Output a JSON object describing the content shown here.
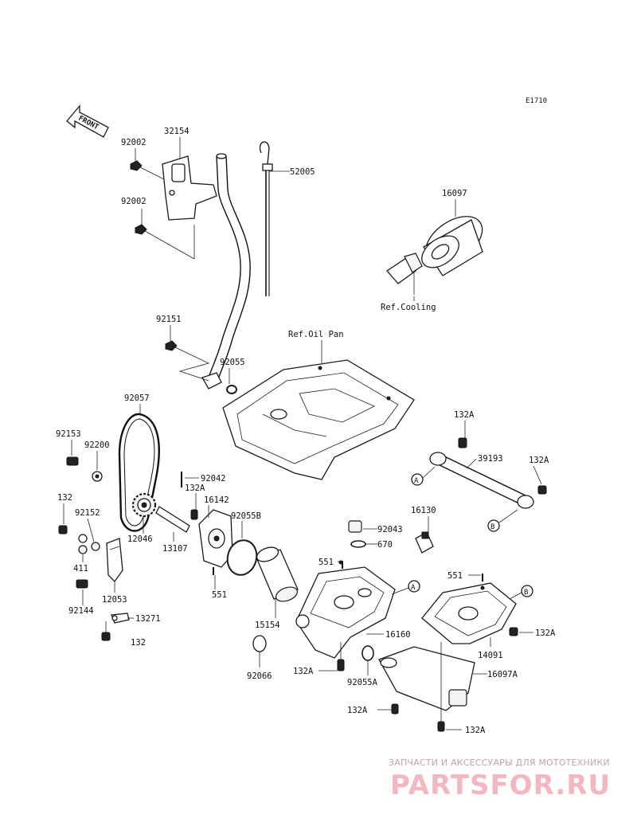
{
  "diagram_code": "E1710",
  "front_label": "FRONT",
  "labels": {
    "p92002a": "92002",
    "p32154": "32154",
    "p52005": "52005",
    "p92002b": "92002",
    "p16097": "16097",
    "refCooling": "Ref.Cooling",
    "p92151": "92151",
    "refOilPan": "Ref.Oil Pan",
    "p92055": "92055",
    "p92057": "92057",
    "p92153": "92153",
    "p92200": "92200",
    "p132A_1": "132A",
    "p39193": "39193",
    "p132A_2": "132A",
    "p92042": "92042",
    "p132A_3": "132A",
    "p16142": "16142",
    "p92055B": "92055B",
    "p132": "132",
    "p92152": "92152",
    "p12046": "12046",
    "p13107": "13107",
    "p16130": "16130",
    "p92043": "92043",
    "p670": "670",
    "p411": "411",
    "p551a": "551",
    "p551b": "551",
    "p551c": "551",
    "p12053": "12053",
    "p92144": "92144",
    "p13271": "13271",
    "p132b": "132",
    "p15154": "15154",
    "p16160": "16160",
    "p14091": "14091",
    "p132A_4": "132A",
    "p92066": "92066",
    "p132A_5": "132A",
    "p92055A": "92055A",
    "p16097A": "16097A",
    "p132A_6": "132A",
    "p132A_7": "132A",
    "markerA": "A",
    "markerB": "B"
  },
  "watermark": {
    "line1": "ЗАПЧАСТИ И АКСЕССУАРЫ ДЛЯ МОТОТЕХНИКИ",
    "line2": "PARTSFOR.RU"
  }
}
